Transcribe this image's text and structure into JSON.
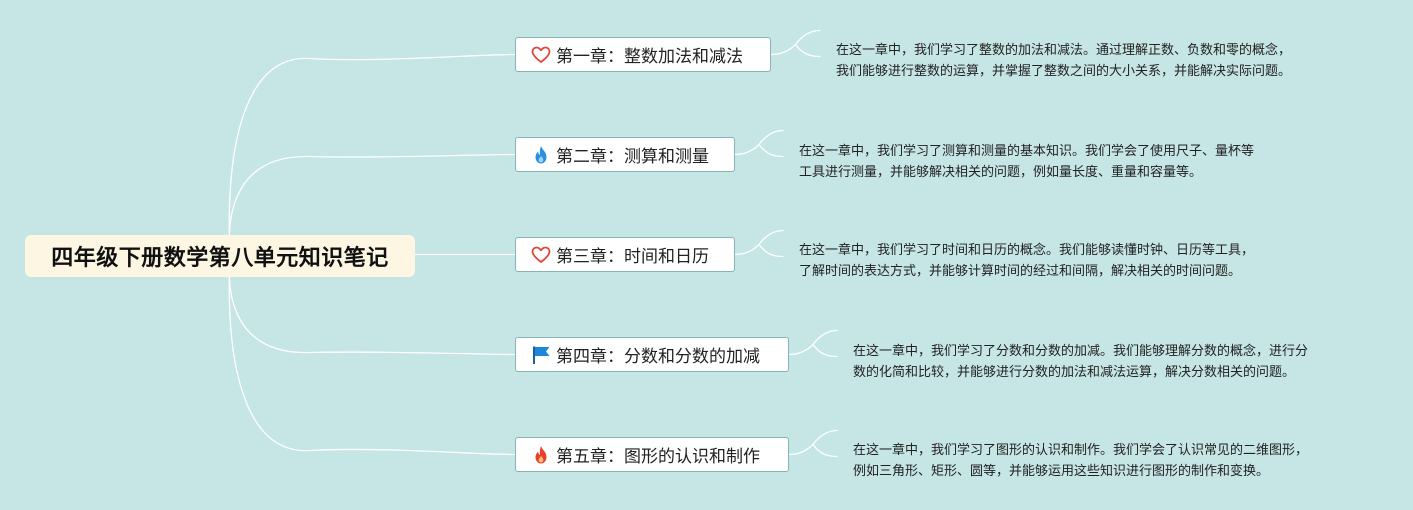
{
  "root": {
    "title": "四年级下册数学第八单元知识笔记"
  },
  "colors": {
    "background": "#c6e5e5",
    "root_fill": "#fdf6e3",
    "topic_border": "#86b5b5",
    "connector": "#ffffff",
    "heart_icon": "#e0453a",
    "blue_flame_icon": "#2a8fe0",
    "blue_flag_icon": "#1f86dc",
    "red_flame_icon": "#e8402e"
  },
  "chapters": [
    {
      "icon": "heart-outline-icon",
      "label": "第一章：整数加法和减法",
      "note_lines": [
        "在这一章中，我们学习了整数的加法和减法。通过理解正数、负数和零的概念，",
        "我们能够进行整数的运算，并掌握了整数之间的大小关系，并能解决实际问题。"
      ]
    },
    {
      "icon": "blue-flame-icon",
      "label": "第二章：测算和测量",
      "note_lines": [
        "在这一章中，我们学习了测算和测量的基本知识。我们学会了使用尺子、量杯等",
        "工具进行测量，并能够解决相关的问题，例如量长度、重量和容量等。"
      ]
    },
    {
      "icon": "heart-outline-icon",
      "label": "第三章：时间和日历",
      "note_lines": [
        "在这一章中，我们学习了时间和日历的概念。我们能够读懂时钟、日历等工具，",
        "了解时间的表达方式，并能够计算时间的经过和间隔，解决相关的时间问题。"
      ]
    },
    {
      "icon": "blue-flag-icon",
      "label": "第四章：分数和分数的加减",
      "note_lines": [
        "在这一章中，我们学习了分数和分数的加减。我们能够理解分数的概念，进行分",
        "数的化简和比较，并能够进行分数的加法和减法运算，解决分数相关的问题。"
      ]
    },
    {
      "icon": "red-flame-icon",
      "label": "第五章：图形的认识和制作",
      "note_lines": [
        "在这一章中，我们学习了图形的认识和制作。我们学会了认识常见的二维图形，",
        "例如三角形、矩形、圆等，并能够运用这些知识进行图形的制作和变换。"
      ]
    }
  ]
}
